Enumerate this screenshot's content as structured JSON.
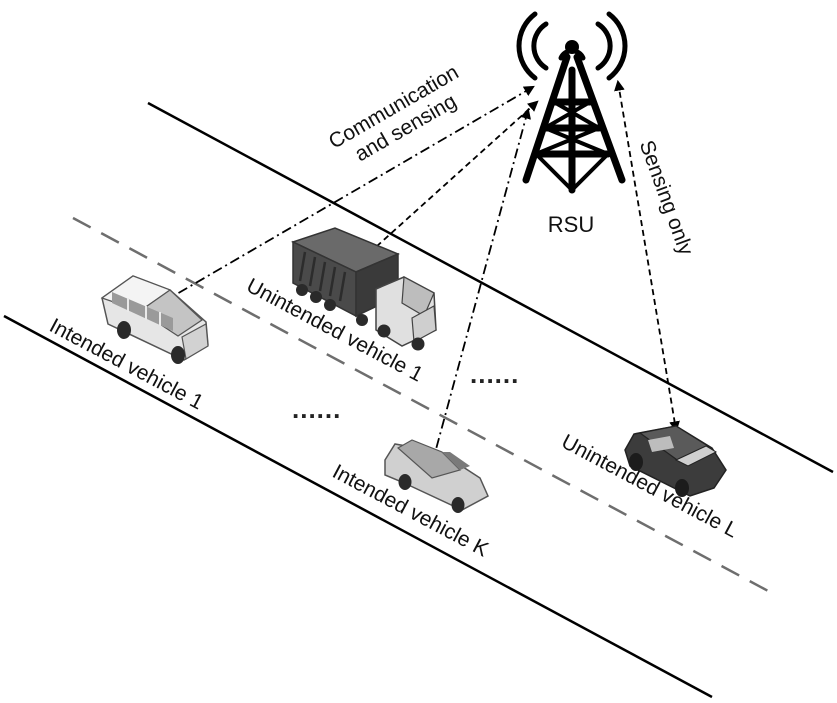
{
  "rsu": {
    "label": "RSU"
  },
  "links": {
    "comm_label_line1": "Communication",
    "comm_label_line2": "and sensing",
    "sensing_label": "Sensing only"
  },
  "vehicles": {
    "intended_1": "Intended vehicle 1",
    "intended_k": "Intended vehicle K",
    "unintended_1": "Unintended vehicle 1",
    "unintended_l": "Unintended vehicle L"
  },
  "ellipses": {
    "intended": "......",
    "unintended": "......"
  },
  "colors": {
    "line": "#000000",
    "lane": "#6e6e6e",
    "van": "#e6e6e6",
    "truck": "#4a4a4a",
    "car_light": "#d0d0d0",
    "car_dark": "#3c3c3c"
  }
}
